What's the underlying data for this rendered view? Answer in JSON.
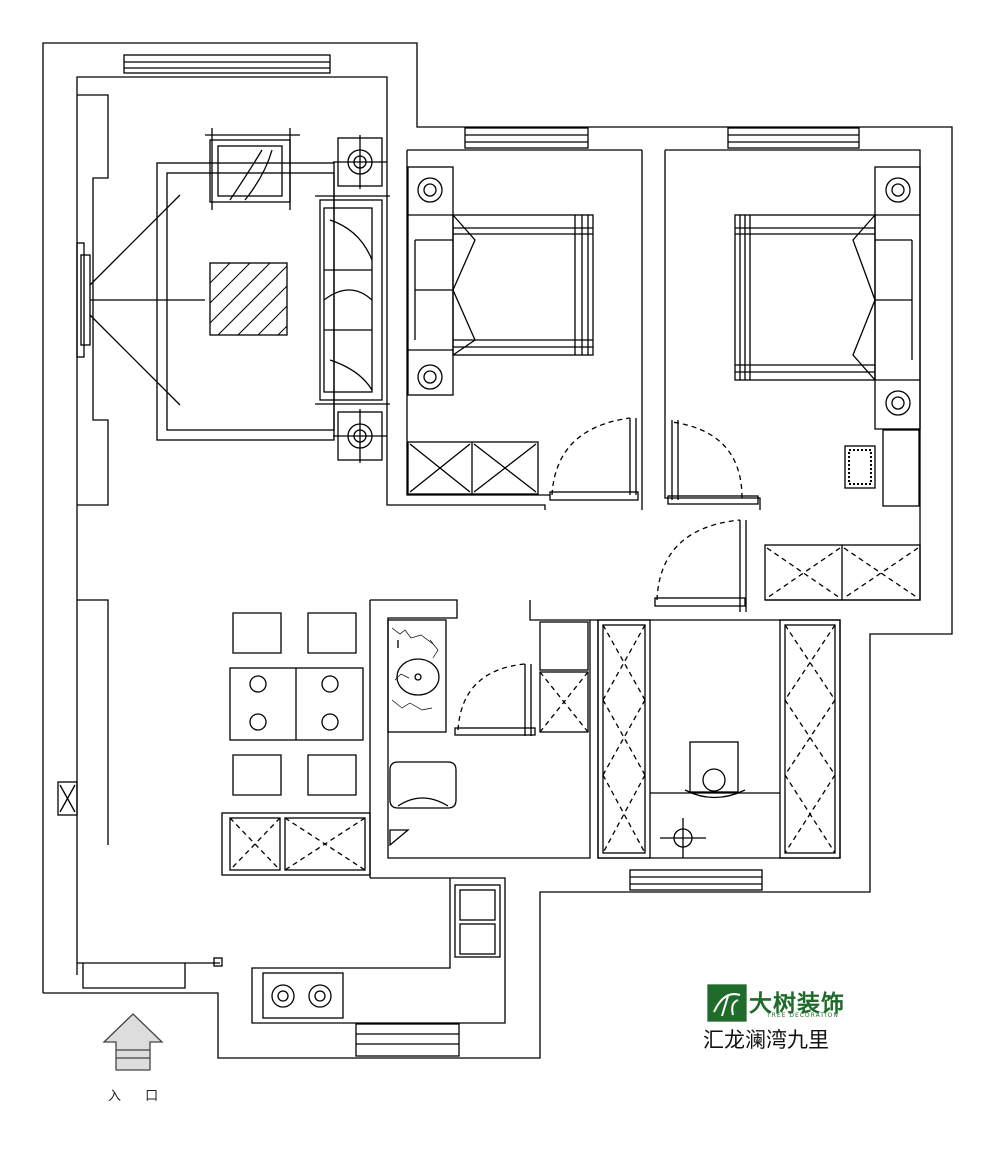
{
  "drawing": {
    "entrance_label": "入 口"
  },
  "brand": {
    "name": "大树装饰",
    "name_en": "TREE DECORATION",
    "color": "#1f6b2a"
  },
  "project": {
    "title": "汇龙澜湾九里"
  },
  "stroke_color": "#000000"
}
